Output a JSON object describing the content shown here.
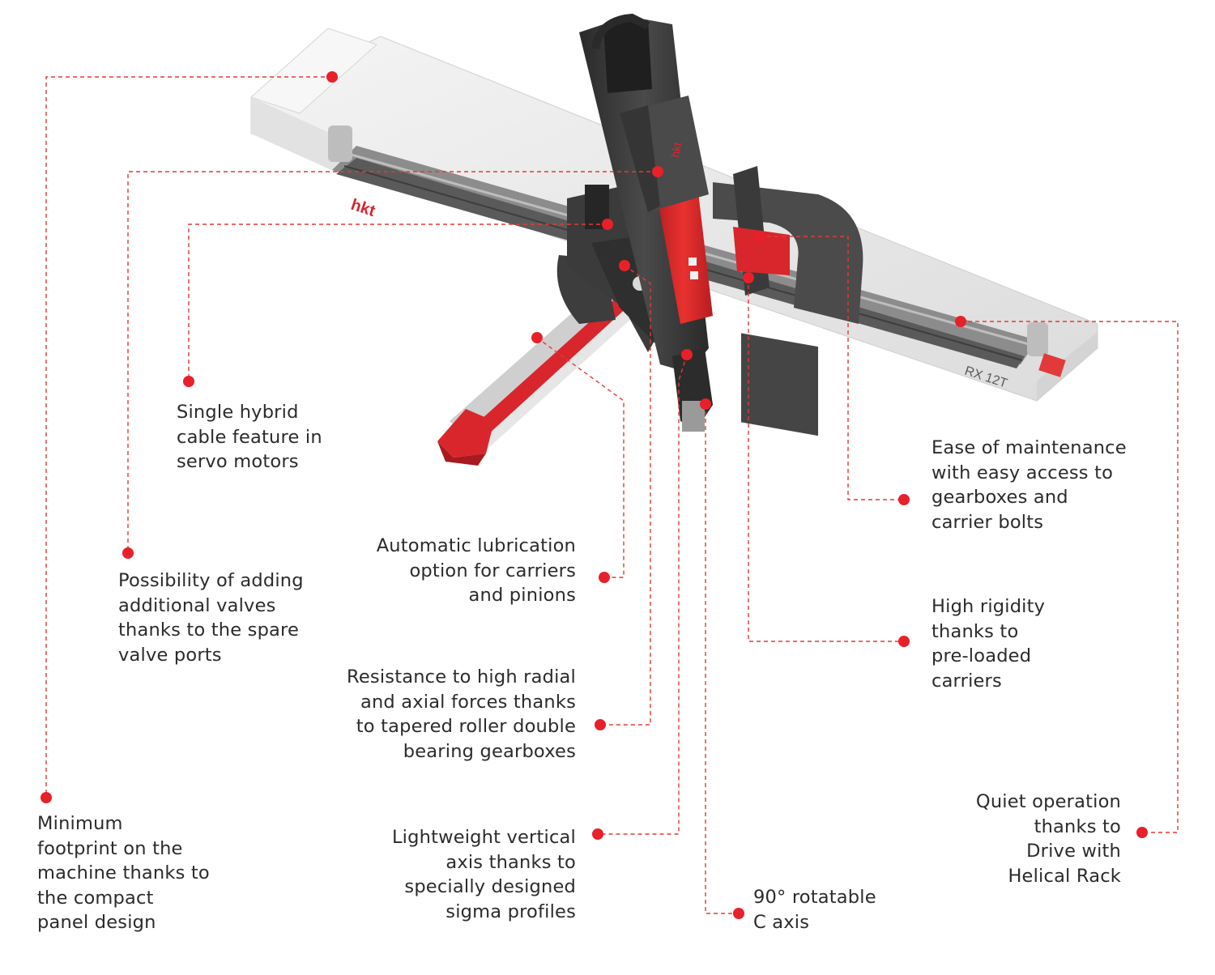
{
  "colors": {
    "accent": "#e8202a",
    "leader": "#e23a3a",
    "text": "#2b2b2b",
    "panel": "#ececec",
    "metal": "#3b3b3b",
    "red_part": "#d8262c"
  },
  "product": {
    "brand": "hkt",
    "model": "RX 12T"
  },
  "callouts": [
    {
      "id": "hybrid-cable",
      "text": "Single hybrid\ncable feature in\nservo motors"
    },
    {
      "id": "spare-valves",
      "text": "Possibility of adding\nadditional valves\nthanks to the spare\nvalve ports"
    },
    {
      "id": "compact-panel",
      "text": "Minimum\nfootprint on the\nmachine thanks to\nthe compact\npanel design"
    },
    {
      "id": "lubrication",
      "text": "Automatic lubrication\noption for carriers\nand pinions"
    },
    {
      "id": "gearboxes",
      "text": "Resistance to high radial\nand axial forces thanks\nto tapered roller double\nbearing gearboxes"
    },
    {
      "id": "vertical-axis",
      "text": "Lightweight vertical\naxis thanks to\nspecially designed\nsigma profiles"
    },
    {
      "id": "c-axis",
      "text": "90° rotatable\nC axis"
    },
    {
      "id": "maintenance",
      "text": "Ease of maintenance\nwith easy access to\ngearboxes and\ncarrier bolts"
    },
    {
      "id": "rigidity",
      "text": "High rigidity\nthanks to\npre-loaded\ncarriers"
    },
    {
      "id": "quiet",
      "text": "Quiet operation\nthanks to\nDrive with\nHelical Rack"
    }
  ]
}
